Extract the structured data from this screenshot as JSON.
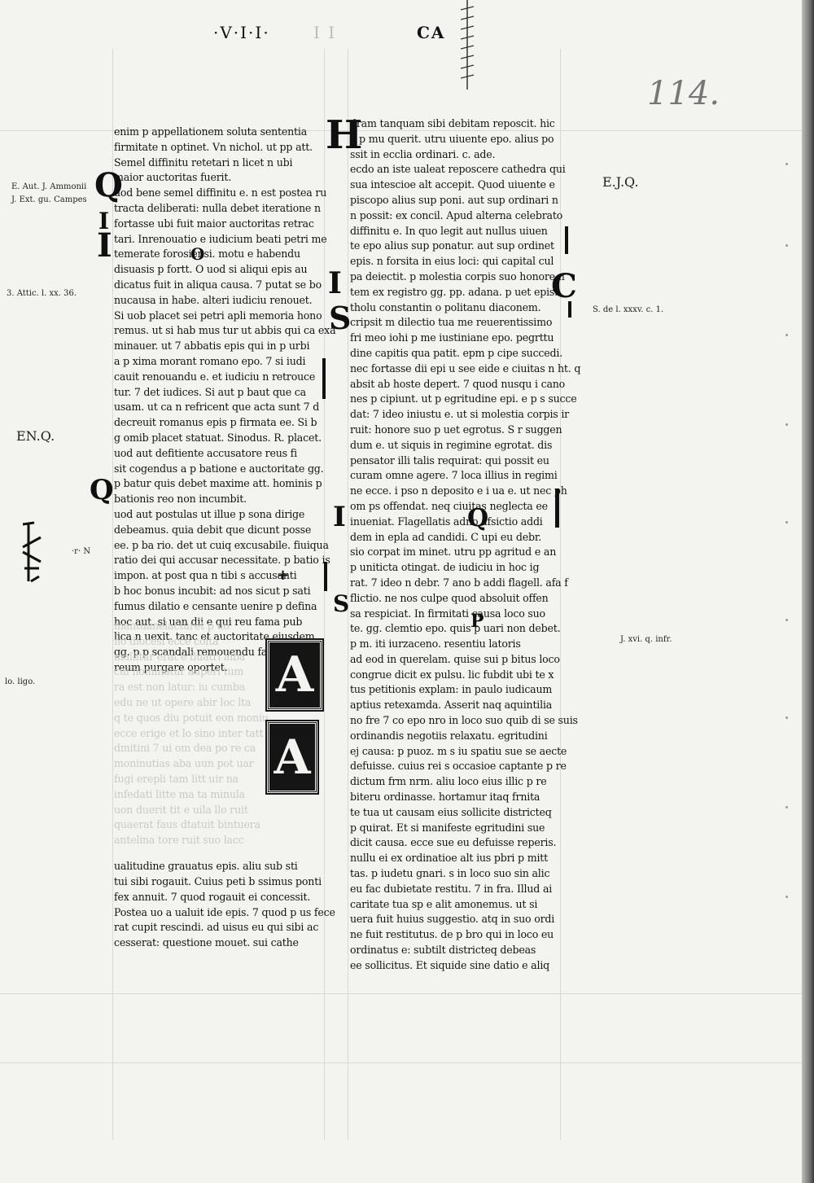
{
  "header": {
    "left": "·V·I·I·",
    "faint": "I I",
    "right": "CA"
  },
  "folio_number": "114.",
  "margin_notes": {
    "left_1": "E. Aut. J. Ammonii",
    "left_2": "J. Ext. gu. Campes",
    "left_3": "3. Attic. l. xx. 36.",
    "left_4": "EN.Q.",
    "left_5": "·r· N",
    "left_6": "lo. ligo.",
    "right_1": "E.J.Q.",
    "right_2": "S. de l. xxxv. c. 1.",
    "right_3": "J. xvi. q. infr."
  },
  "initials": {
    "q1": "Q",
    "i1": "I",
    "o1": "O",
    "q2": "Q",
    "h1": "H",
    "s1": "S",
    "s2": "S",
    "i2": "I",
    "i3": "I",
    "i4": "I",
    "c1": "C",
    "g1": "Q",
    "p1": "P",
    "boxed1": "A",
    "boxed2": "A",
    "plus": "+"
  },
  "left_column": [
    "enim p appellationem soluta sententia",
    "firmitate n optinet. Vn nichol. ut pp att.",
    "Semel diffinitu retetari n licet n ubi",
    "maior auctoritas fuerit.",
    "uod bene semel diffinitu e. n est postea ru",
    "tracta deliberati: nulla debet iteratione n",
    "fortasse ubi fuit maior auctoritas retrac",
    "tari. Inrenouatio e iudicium beati petri me",
    "temerate forosiensi. motu e habendu",
    "disuasis p fortt.  O uod si aliqui epis au",
    "dicatus fuit in aliqua causa. 7 putat se bo",
    "nucausa in habe. alteri iudiciu renouet.",
    "Si uob placet sei petri apli memoria hono",
    "remus. ut si hab mus tur ut abbis qui ca exa",
    "minauer. ut 7 abbatis epis qui in p urbi",
    "a p xima morant romano epo. 7 si iudi",
    "cauit renouandu e. et iudiciu n retrouce",
    "tur. 7 det iudices. Si aut p baut que ca",
    "usam. ut ca n refricent que acta sunt 7 d",
    "decreuit romanus epis p firmata ee. Si b",
    "g omib placet statuat. Sinodus. R. placet.",
    "uod aut defitiente accusatore reus fi",
    "sit cogendus a p batione e auctoritate gg.",
    "p batur quis debet maxime att. hominis p",
    "bationis reo non incumbit.",
    "uod aut postulas ut illue p sona dirige",
    "debeamus. quia debit que dicunt posse",
    "ee. p ba rio. det ut cuiq excusabile. fiuiqua",
    "ratio dei qui accusar necessitate. p batio is",
    "impon. at post qua n tibi s accusanti",
    "b hoc bonus incubit: ad nos sicut p sati",
    "fumus dilatio e censante uenire p defina",
    "hoc aut. si uan dii e qui reu fama pub",
    "lica n uexit. tanc et auctoritate eiusdem",
    "gg. p p scandali remouendu fama suam",
    "reum purgare oportet.",
    "",
    "",
    "",
    "",
    "",
    "",
    "",
    "",
    "",
    "",
    "",
    "",
    "ualitudine grauatus epis. aliu sub sti",
    "tui sibi rogauit. Cuius peti b ssimus ponti",
    "fex annuit. 7 quod rogauit ei concessit.",
    "Postea uo a ualuit ide epis. 7 quod p us fece",
    "rat cupit rescindi. ad uisus eu qui sibi ac",
    "cesserat: questione mouet. sui cathe"
  ],
  "left_faint": [
    "mantuanelacturet p uo",
    "no diocesi ecce colta",
    "mallitur erat e fluatri aiba",
    "cui hominatur auperi tum",
    "ra est non latur: iu cumba",
    "edu ne ut opere abir loc lta",
    "q te quos diu potuit eon moniu",
    "ecce erige et lo sino inter tatt",
    "dmitini 7 ui om dea po re ca",
    "moninutias aba uun pot uar",
    "fugi erepli tam litt uir na",
    "infedati litte ma ta minula",
    "uon duerit tit e uila llo ruit",
    "quaerat faus dtatuit bintuera",
    "antelina tore ruit suo lacc"
  ],
  "right_column": [
    "dram tanquam sibi debitam reposcit. hic",
    "e p mu querit. utru uiuente epo. alius po",
    "ssit in ecclia ordinari. c. ade.",
    "ecdo an iste ualeat reposcere cathedra qui",
    "sua intescioe alt accepit. Quod uiuente e",
    "piscopo alius sup poni. aut sup ordinari n",
    "n possit: ex concil. Apud alterna celebrato",
    "diffinitu e. In quo legit aut nullus uiuen",
    "te epo alius sup ponatur. aut sup ordinet",
    "epis. n forsita in eius loci: qui capital cul",
    "pa deiectit. p molestia corpis suo honore n",
    "tem ex registro gg. pp. adana. p uet epis.",
    "tholu constantin o politanu diaconem.",
    "cripsit m dilectio tua me reuerentissimo",
    "fri meo iohi p me iustiniane epo. pegrttu",
    "dine capitis qua patit. epm p cipe succedi.",
    "nec fortasse dii epi u see eide e ciuitas n ht. q",
    "absit ab hoste depert. 7 quod nusqu i cano",
    "nes p cipiunt. ut p egritudine epi. e p s succe",
    "dat: 7 ideo iniustu e. ut si molestia corpis ir",
    "ruit: honore suo p uet egrotus. S r suggen",
    "dum e. ut siquis in regimine egrotat. dis",
    "pensator illi talis requirat: qui possit eu",
    "curam omne agere. 7 loca illius in regimi",
    "ne ecce. i pso n deposito e i ua e. ut nec ph",
    "om ps offendat. neq ciuitas neglecta ee",
    "inueniat. Flagellatis adno afsictio addi",
    "dem in epla ad candidi.  C upi eu debr.",
    "sio corpat im minet. utru pp agritud e an",
    "p uniticta otingat. de iudiciu in hoc ig",
    "rat. 7 ideo n debr. 7 ano b addi flagell. afa f",
    "flictio. ne nos culpe quod absoluit offen",
    "sa respiciat. In firmitati causa loco suo",
    "te. gg. clemtio epo. quis p uari non debet.",
    "p m. iti iurzaceno. resentiu latoris",
    "ad eod in querelam. quise sui p bitus loco",
    "congrue dicit ex pulsu. lic fubdit ubi te x",
    "tus petitionis explam: in paulo iudicaum",
    "aptius retexamda. Asserit naq aquintilia",
    "no fre 7 co epo nro in loco suo quib di se suis",
    "ordinandis negotiis relaxatu. egritudini",
    "ej causa: p puoz. m s iu spatiu sue se aecte",
    "defuisse. cuius rei s occasioe captante p re",
    "dictum frm nrm. aliu loco eius illic p re",
    "biteru ordinasse. hortamur itaq frnita",
    "te tua ut causam eius sollicite districteq",
    "p quirat. Et si manifeste egritudini sue",
    "dicit causa. ecce sue eu defuisse reperis.",
    "nullu ei ex ordinatioe alt ius pbri p mitt",
    "tas. p iudetu gnari. s in loco suo sin alic",
    "eu fac dubietate restitu. 7 in fra. Illud ai",
    "caritate tua sp e alit amonemus. ut si",
    "uera fuit huius suggestio. atq in suo ordi",
    "ne fuit restitutus. de p bro qui in loco eu",
    "ordinatus e: subtilt districteq debeas",
    "ee sollicitus. Et siquide sine datio e aliq"
  ]
}
